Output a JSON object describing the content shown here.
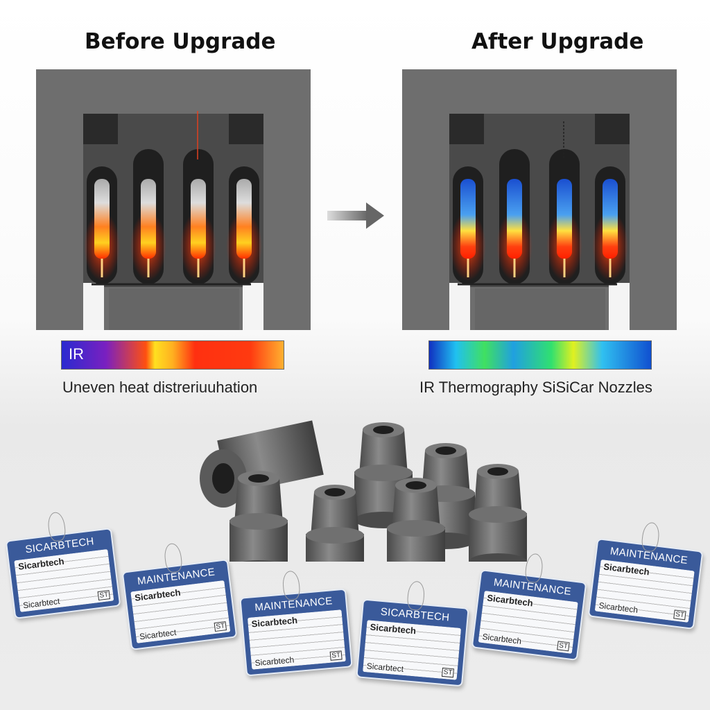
{
  "before": {
    "title": "Before Upgrade",
    "ir_label": "IR",
    "caption": "Uneven heat distreriuuhation"
  },
  "after": {
    "title": "After Upgrade",
    "caption": "IR Thermography SiSiCar Nozzles"
  },
  "colors": {
    "panel": "#6b6b6b",
    "tag_blue": "#3a5a9a",
    "hot": "#ff3a10",
    "cool": "#2f6de0"
  },
  "tags": [
    {
      "header": "SICARBTECH",
      "brand": "Sicarbtech",
      "footer": "Sicarbtect",
      "logo": "ST"
    },
    {
      "header": "MAINTENANCE",
      "brand": "Sicarbtech",
      "footer": "Sicarbtect",
      "logo": "ST"
    },
    {
      "header": "MAINTENANCE",
      "brand": "Sicarbtech",
      "footer": "Sicarbtech",
      "logo": "ST"
    },
    {
      "header": "SICARBTECH",
      "brand": "Sicarbtech",
      "footer": "Sicarbtect",
      "logo": "ST"
    },
    {
      "header": "MAINTENANCE",
      "brand": "Sicarbtech",
      "footer": "Sicarbtech",
      "logo": "ST"
    },
    {
      "header": "MAINTENANCE",
      "brand": "Sicarbtech",
      "footer": "Sicarbtech",
      "logo": "ST"
    }
  ]
}
